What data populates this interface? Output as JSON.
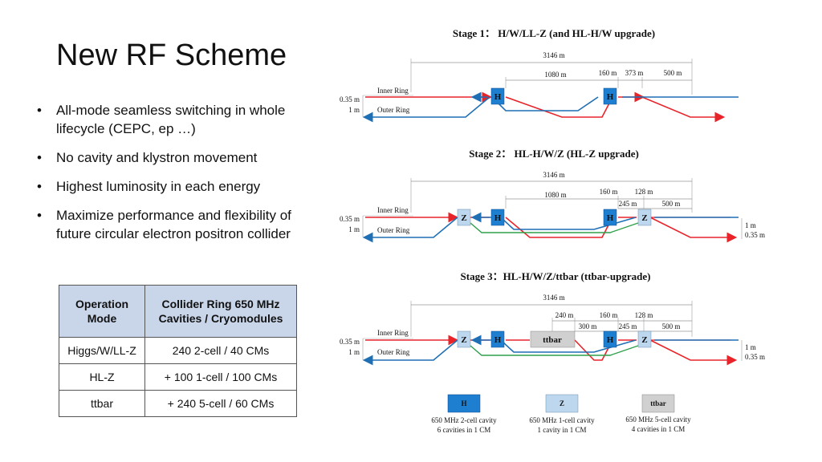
{
  "slide": {
    "title": "New RF Scheme",
    "bullets": [
      "All-mode seamless switching in whole lifecycle (CEPC, ep …)",
      "No cavity and klystron movement",
      "Highest luminosity in each energy",
      "Maximize performance and flexibility of future circular electron positron collider"
    ]
  },
  "table": {
    "headers": [
      "Operation Mode",
      "Collider Ring 650 MHz Cavities / Cryomodules"
    ],
    "rows": [
      [
        "Higgs/W/LL-Z",
        "240 2-cell / 40 CMs"
      ],
      [
        "HL-Z",
        "+ 100 1-cell / 100 CMs"
      ],
      [
        "ttbar",
        "+ 240 5-cell / 60 CMs"
      ]
    ]
  },
  "stages": {
    "s1": {
      "title": "Stage 1：  H/W/LL-Z (and HL-H/W upgrade)",
      "dims": [
        "3146 m",
        "1080 m",
        "160 m",
        "373 m",
        "500 m"
      ],
      "inner": "Inner Ring",
      "outer": "Outer Ring",
      "left_top": "0.35 m",
      "left_bottom": "1 m"
    },
    "s2": {
      "title": "Stage 2：  HL-H/W/Z (HL-Z upgrade)",
      "dims": [
        "3146 m",
        "1080 m",
        "160 m",
        "128 m",
        "245 m",
        "500 m"
      ],
      "inner": "Inner Ring",
      "outer": "Outer Ring",
      "left_top": "0.35 m",
      "left_bottom": "1 m",
      "right_top": "1 m",
      "right_bottom": "0.35 m"
    },
    "s3": {
      "title": "Stage 3：HL-H/W/Z/ttbar (ttbar-upgrade)",
      "dims": [
        "3146 m",
        "240 m",
        "160 m",
        "128 m",
        "300 m",
        "245 m",
        "500 m"
      ],
      "inner": "Inner Ring",
      "outer": "Outer Ring",
      "left_top": "0.35 m",
      "left_bottom": "1 m",
      "right_top": "1 m",
      "right_bottom": "0.35 m"
    }
  },
  "boxes": {
    "h": "H",
    "z": "Z",
    "ttbar": "ttbar"
  },
  "legend": [
    {
      "label": "H",
      "line1": "650 MHz 2-cell cavity",
      "line2": "6 cavities in 1 CM",
      "color": "#1e7fd1"
    },
    {
      "label": "Z",
      "line1": "650 MHz 1-cell cavity",
      "line2": "1 cavity in 1 CM",
      "color": "#bdd7ee"
    },
    {
      "label": "ttbar",
      "line1": "650 MHz 5-cell cavity",
      "line2": "4 cavities in 1 CM",
      "color": "#d0d0d0"
    }
  ],
  "colors": {
    "beam_red": "#e8242a",
    "beam_blue": "#1f6fb5",
    "beam_green": "#2ea04a",
    "h_box": "#1e7fd1",
    "z_box": "#bdd7ee",
    "ttbar_box": "#d0d0d0",
    "table_header": "#c9d6ea"
  }
}
